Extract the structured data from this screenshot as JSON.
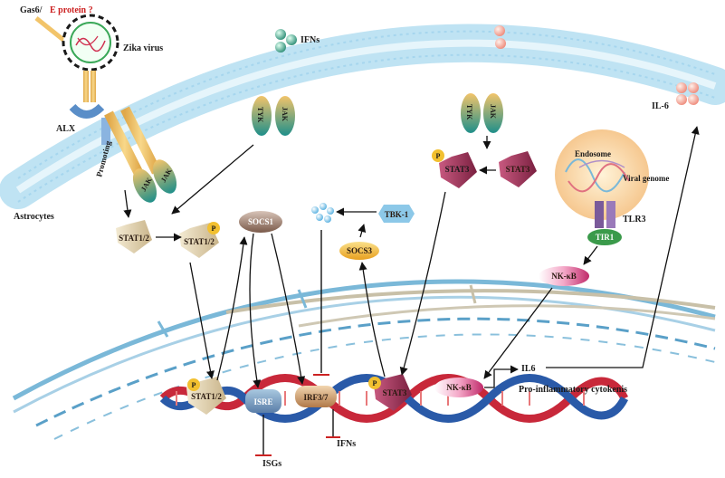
{
  "colors": {
    "membrane": "#bfe3f3",
    "receptor": "#f2c46a",
    "jak": "#2a9d8f",
    "stat12": "#e8d9b5",
    "stat3": "#a0305c",
    "socs1": "#8a6a5a",
    "socs3": "#f2b233",
    "tbk1": "#8cc8e8",
    "nfkb": "#d94a8c",
    "tir": "#3a9a4a",
    "tlr3": "#7a5a9a",
    "dna_red": "#c8283a",
    "dna_blue": "#2a5aa8",
    "il6": "#f2a090",
    "ifn": "#4aa88a",
    "inhibit": "#cc2222"
  },
  "labels": {
    "gas6": "Gas6/",
    "e_protein": "E protein ?",
    "zika_virus": "Zika virus",
    "ifns_top": "IFNs",
    "alx": "ALX",
    "promoting": "Promoting",
    "astrocytes": "Astrocytes",
    "il6_top": "IL-6",
    "endosome": "Endosome",
    "viral_genome": "Viral genome",
    "tlr3": "TLR3",
    "pro_inflammatory": "Pro-inflammatory cytokenis",
    "ifns_bottom": "IFNs",
    "isgs": "ISGs",
    "il6_gene": "IL6"
  },
  "nodes": {
    "jak": "JAK",
    "tyk": "TYK",
    "p": "P",
    "stat12": "STAT1/2",
    "stat12_p": "STAT1/2",
    "socs1": "SOCS1",
    "tbk1": "TBK-1",
    "socs3": "SOCS3",
    "stat3_p": "STAT3",
    "stat3": "STAT3",
    "tir1": "TIR1",
    "nfkb": "NK-κB",
    "stat12_nuc": "STAT1/2",
    "isre": "ISRE",
    "irf37": "IRF3/7",
    "stat3_nuc": "STAT3",
    "nfkb_nuc": "NK-κB"
  }
}
